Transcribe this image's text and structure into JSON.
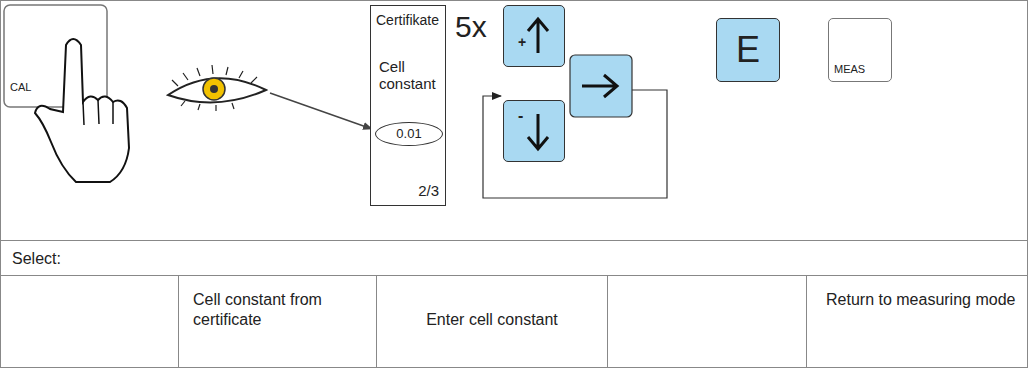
{
  "diagram": {
    "nodes": [
      {
        "text": [
          "CAL"
        ]
      },
      {
        "text": [
          "Certifikate",
          "Cell constant",
          "2/3"
        ]
      },
      {
        "text": [
          "0.01"
        ],
        "in": 1
      },
      {
        "text": [
          "+"
        ]
      },
      {
        "text": [
          "-"
        ]
      },
      {
        "text": [
          "E"
        ]
      },
      {
        "text": [
          "MEAS"
        ]
      }
    ],
    "labels": [
      "5x",
      "Select:",
      "Cell constant from certificate",
      "Enter cell constant",
      "Return to measuring mode"
    ]
  }
}
